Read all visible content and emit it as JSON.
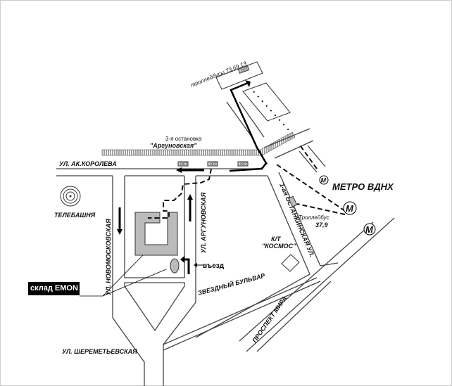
{
  "map": {
    "trolleybus_top": "троллейбусы 73,69,13",
    "stop_label": "ОСТ",
    "station_line1": "3-я остановка",
    "station_line2": "\"Аргуновская\"",
    "street_korolyova": "УЛ. АК.КОРОЛЕВА",
    "metro_label": "МЕТРО ВДНХ",
    "metro_symbol": "M",
    "trolleybus_right": "Троллейбус",
    "trolleybus_right_routes": "37,9",
    "tv_tower": "ТЕЛЕБАШНЯ",
    "street_novomoskovskaya": "УЛ. НОВОМОСКОВСКАЯ",
    "street_argunovskaya": "УЛ. АРГУНОВСКАЯ",
    "street_ostankinskaya": "1-ая ОСТАНКИНСКАЯ УЛ.",
    "cinema_line1": "К/Т",
    "cinema_line2": "\"КОСМОС\"",
    "entry": "въезд",
    "warehouse": "склад EMON",
    "zvezdny": "ЗВЕЗДНЫЙ БУЛЬВАР",
    "prospekt_mira": "ПРОСПЕКТ МИРА",
    "street_sheremetyevskaya": "УЛ. ШЕРЕМЕТЬЕВСКАЯ"
  }
}
